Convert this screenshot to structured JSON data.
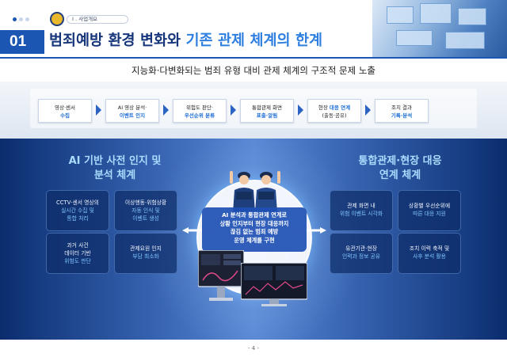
{
  "header": {
    "section_number": "01",
    "tag_label": "Ⅰ . 사업개요",
    "title_part1": "범죄예방 환경 변화와 ",
    "title_part2": "기존 관제 체계의 한계"
  },
  "subtitle": "지능화·다변화되는 범죄 유형 대비 관제 체계의 구조적 문제 노출",
  "flow": {
    "steps": [
      {
        "line1": "영상·센서",
        "line2": "수집"
      },
      {
        "line1": "AI 영상 분석·",
        "line2": "이벤트 인지"
      },
      {
        "line1": "위험도 판단·",
        "line2": "우선순위 분류"
      },
      {
        "line1": "통합관제 화면",
        "line2": "표출·알림"
      },
      {
        "line1": "현장 ",
        "line1_highlight": "대응 연계",
        "line2": "(출동·공유)"
      },
      {
        "line1": "조치 결과",
        "line2": "기록·분석"
      }
    ]
  },
  "left_section": {
    "title_line1": "AI 기반 사전 인지 및",
    "title_line2": "분석 체계",
    "cards": [
      {
        "line1": "CCTV·센서 영상의",
        "line2": "실시간 수집 및",
        "line3": "통합 처리"
      },
      {
        "line1": "이상행동·위험상황",
        "line2": "자동 인식 및",
        "line3": "이벤트 생성"
      },
      {
        "line1": "과거 사건",
        "line2": "데이터 기반",
        "line3": "위험도 판단"
      },
      {
        "line1": "관제요원 인지",
        "line2": "부담 최소화",
        "line3": ""
      }
    ]
  },
  "right_section": {
    "title_line1": "통합관제·현장 대응",
    "title_line2": "연계 체계",
    "cards": [
      {
        "line1": "관제 화면 내",
        "line2": "위험 이벤트 시각화"
      },
      {
        "line1": "상황별 우선순위에",
        "line2": "따른 대응 지원"
      },
      {
        "line1": "유관기관·현장",
        "line2": "인력과 정보 공유"
      },
      {
        "line1": "조치 이력 축적 및",
        "line2": "사후 분석 활용"
      }
    ]
  },
  "center": {
    "line1": "AI 분석과 통합관제 연계로",
    "line2": "상황 인지부터 현장 대응까지",
    "line3": "끊김 없는 범죄 예방",
    "line4": "운영 체계를 구현"
  },
  "footer": {
    "page_number": "- 4 -"
  },
  "colors": {
    "primary": "#1c56b3",
    "accent": "#2f7fe0",
    "navy": "#16357a",
    "highlight": "#1f6fd6"
  }
}
